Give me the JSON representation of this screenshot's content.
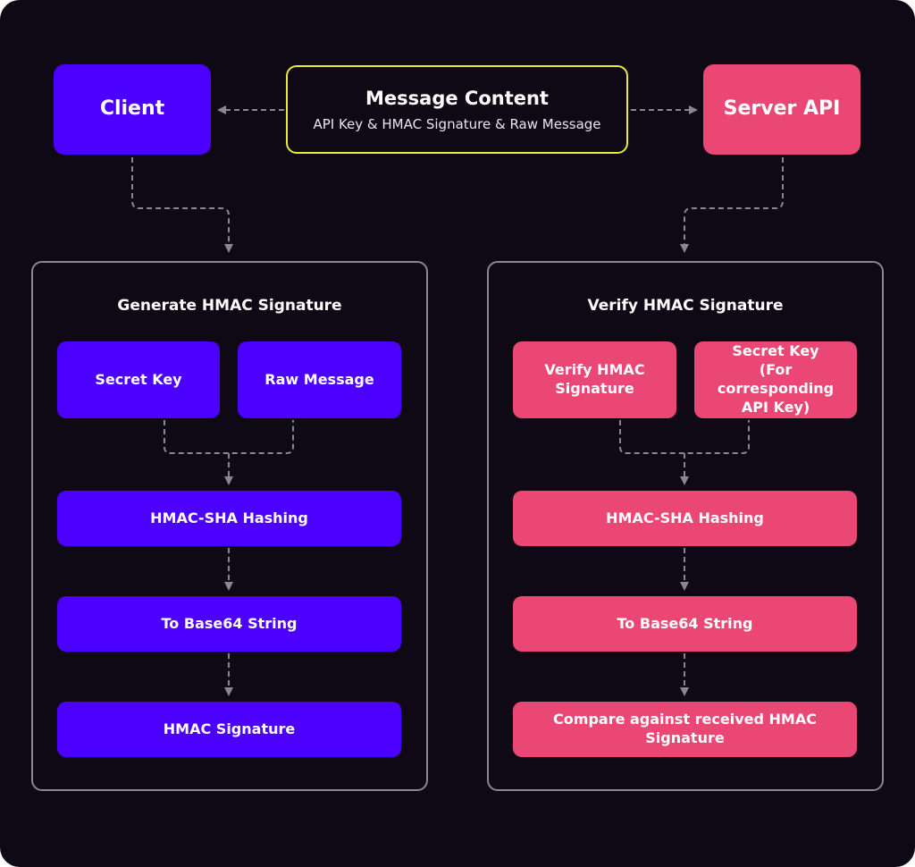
{
  "client": {
    "label": "Client"
  },
  "server": {
    "label": "Server API"
  },
  "message": {
    "title": "Message Content",
    "subtitle": "API Key & HMAC Signature & Raw Message"
  },
  "generate": {
    "title": "Generate HMAC Signature",
    "secret_key": "Secret Key",
    "raw_message": "Raw Message",
    "hashing": "HMAC-SHA Hashing",
    "base64": "To Base64 String",
    "signature": "HMAC Signature"
  },
  "verify": {
    "title": "Verify HMAC Signature",
    "verify_sig": "Verify HMAC\nSignature",
    "secret_key": "Secret Key\n(For corresponding\nAPI Key)",
    "hashing": "HMAC-SHA Hashing",
    "base64": "To Base64 String",
    "compare": "Compare against received HMAC Signature"
  },
  "colors": {
    "background": "#0e0914",
    "client_blue": "#4c00ff",
    "server_pink": "#eb4775",
    "message_border": "#e8ec37",
    "panel_border": "#8b8691",
    "connector": "#8b8691"
  }
}
